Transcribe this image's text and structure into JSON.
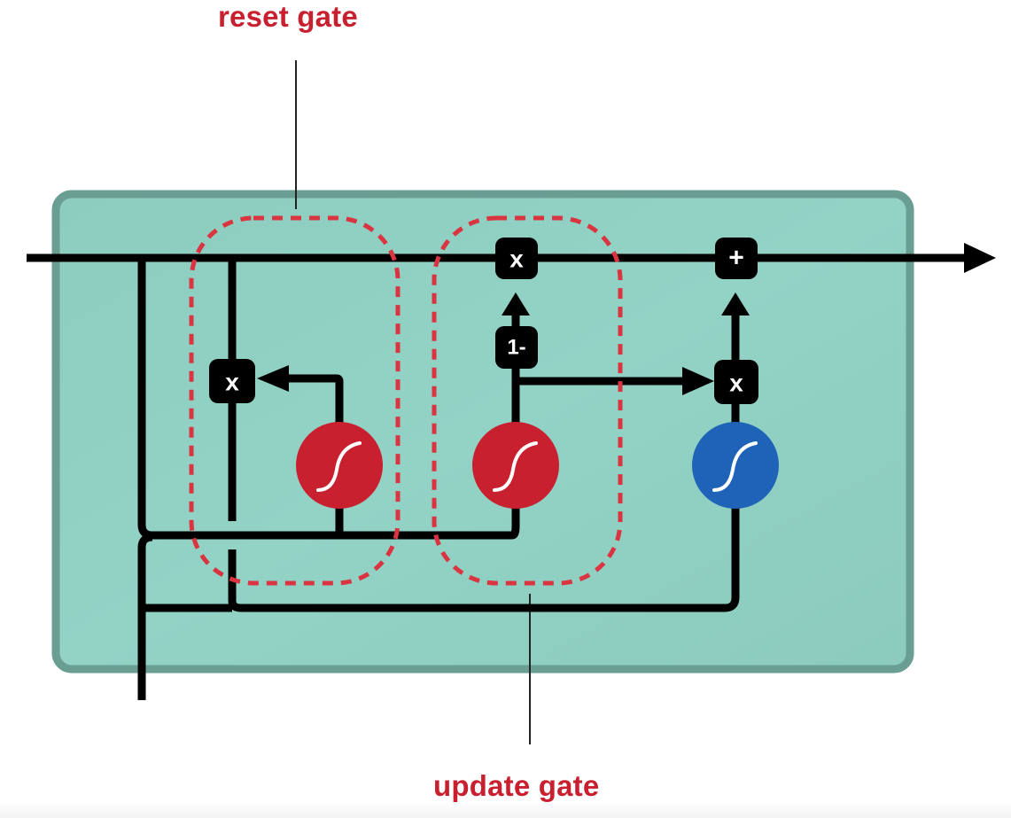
{
  "labels": {
    "reset_gate": "reset gate",
    "update_gate": "update gate"
  },
  "operators": {
    "reset_multiply": "x",
    "hidden_multiply": "x",
    "one_minus": "1-",
    "candidate_multiply": "x",
    "add": "+"
  },
  "activations": {
    "reset_sigmoid": "sigmoid-icon",
    "update_sigmoid": "sigmoid-icon",
    "candidate_tanh": "tanh-icon"
  },
  "colors": {
    "cell_fill": "#8ecfc1",
    "cell_border": "#6a9e93",
    "gate_red": "#c8202f",
    "tanh_blue": "#1f63b8",
    "wire": "#000000",
    "dashed": "#d9343f"
  }
}
